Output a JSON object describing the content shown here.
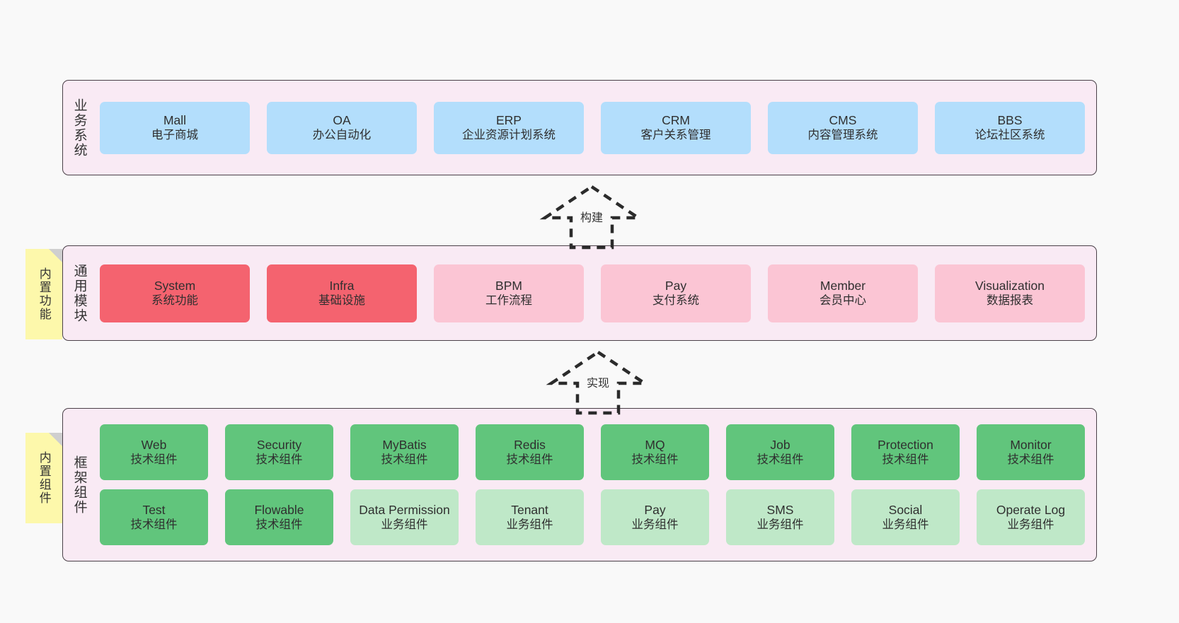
{
  "diagram": {
    "title": "",
    "colors": {
      "canvas_bg": "#f9f9f9",
      "layer_bg": "#f9eaf4",
      "layer_border": "#4a4048",
      "business_cell": "#b3defc",
      "core_module_cell": "#f4636f",
      "module_cell": "#fbc5d4",
      "tech_component_cell": "#61c57c",
      "business_component_cell": "#bfe8c8",
      "note_bg": "#fdf8ab",
      "note_fold": "#cfcfcf"
    }
  },
  "layers": {
    "business": {
      "title": "业务系统",
      "items": [
        {
          "name": "Mall",
          "desc": "电子商城"
        },
        {
          "name": "OA",
          "desc": "办公自动化"
        },
        {
          "name": "ERP",
          "desc": "企业资源计划系统"
        },
        {
          "name": "CRM",
          "desc": "客户关系管理"
        },
        {
          "name": "CMS",
          "desc": "内容管理系统"
        },
        {
          "name": "BBS",
          "desc": "论坛社区系统"
        }
      ]
    },
    "common": {
      "title": "通用模块",
      "note": "内置功能",
      "items": [
        {
          "name": "System",
          "desc": "系统功能",
          "style": "core"
        },
        {
          "name": "Infra",
          "desc": "基础设施",
          "style": "core"
        },
        {
          "name": "BPM",
          "desc": "工作流程",
          "style": "normal"
        },
        {
          "name": "Pay",
          "desc": "支付系统",
          "style": "normal"
        },
        {
          "name": "Member",
          "desc": "会员中心",
          "style": "normal"
        },
        {
          "name": "Visualization",
          "desc": "数据报表",
          "style": "normal"
        }
      ]
    },
    "framework": {
      "title": "框架组件",
      "note": "内置组件",
      "row1": [
        {
          "name": "Web",
          "desc": "技术组件"
        },
        {
          "name": "Security",
          "desc": "技术组件"
        },
        {
          "name": "MyBatis",
          "desc": "技术组件"
        },
        {
          "name": "Redis",
          "desc": "技术组件"
        },
        {
          "name": "MQ",
          "desc": "技术组件"
        },
        {
          "name": "Job",
          "desc": "技术组件"
        },
        {
          "name": "Protection",
          "desc": "技术组件"
        },
        {
          "name": "Monitor",
          "desc": "技术组件"
        }
      ],
      "row2": [
        {
          "name": "Test",
          "desc": "技术组件",
          "style": "tech"
        },
        {
          "name": "Flowable",
          "desc": "技术组件",
          "style": "tech"
        },
        {
          "name": "Data Permission",
          "desc": "业务组件",
          "style": "biz"
        },
        {
          "name": "Tenant",
          "desc": "业务组件",
          "style": "biz"
        },
        {
          "name": "Pay",
          "desc": "业务组件",
          "style": "biz"
        },
        {
          "name": "SMS",
          "desc": "业务组件",
          "style": "biz"
        },
        {
          "name": "Social",
          "desc": "业务组件",
          "style": "biz"
        },
        {
          "name": "Operate Log",
          "desc": "业务组件",
          "style": "biz"
        }
      ]
    }
  },
  "connectors": [
    {
      "id": "build",
      "label": "构建",
      "from": "common",
      "to": "business"
    },
    {
      "id": "impl",
      "label": "实现",
      "from": "framework",
      "to": "common"
    }
  ]
}
